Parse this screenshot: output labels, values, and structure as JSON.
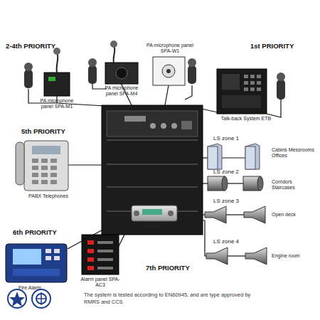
{
  "diagram": {
    "caption": "The system is tested according to EN60945, and are type approved by RMRS and CCS",
    "labels": [
      "2-4th PRIORITY",
      "PA microphone panel SPA-M1",
      "PA microphone panel SPA-M4",
      "PA microphone panel SPA-W1",
      "1st PRIORITY",
      "Talk-back System ETB",
      "5th PRIORITY",
      "PABX Telephones",
      "6th PRIORITY",
      "Fire Alarm",
      "Alarm panel SPA-AC3",
      "Radio/CD",
      "7th PRIORITY",
      "LS zone 1",
      "Cabins Messrooms Offices",
      "LS zone 2",
      "Corridors Staircases",
      "LS zone 3",
      "Open deck",
      "LS zone 4",
      "Engine room"
    ]
  }
}
